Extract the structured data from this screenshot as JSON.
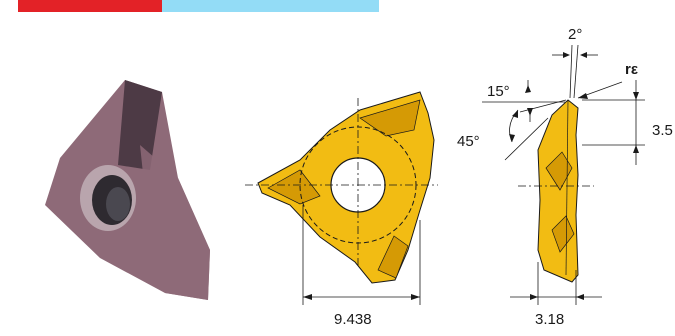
{
  "colors": {
    "tab_red": "#e32227",
    "tab_blue": "#93dcf6",
    "insert_gold": "#f2bc13",
    "insert_gold_dark": "#d59a05",
    "insert_photo_body": "#8e6a78",
    "insert_photo_dark": "#4d3a45",
    "line": "#1a1a1a"
  },
  "tabs": [
    {
      "name": "tab-red"
    },
    {
      "name": "tab-blue"
    }
  ],
  "dimensions": {
    "angle_top": "2°",
    "corner_radius": "rε",
    "angle_15": "15°",
    "angle_45": "45°",
    "height_partial": "3.5",
    "width_front": "9.438",
    "thickness": "3.18"
  }
}
